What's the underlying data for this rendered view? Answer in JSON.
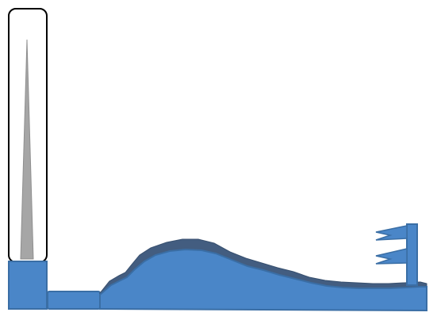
{
  "scene": {
    "colors": {
      "background": "#ffffff",
      "ground_fill": "#4a86c8",
      "ground_stroke": "#3a6ea5",
      "hill_shadow": "#435d80",
      "power_meter_frame": "#000000",
      "power_meter_fill": "#a6a6a6",
      "flag_fill": "#4a86c8"
    },
    "elements": [
      "power-meter",
      "tee-block",
      "start-platform",
      "fairway-hill",
      "flag-pole",
      "flag-upper",
      "flag-lower"
    ]
  }
}
